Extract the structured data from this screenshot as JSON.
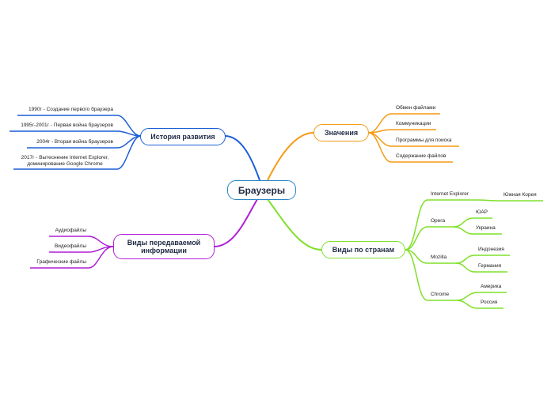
{
  "root": {
    "label": "Браузеры",
    "color": "#2b86c5"
  },
  "branches": {
    "history": {
      "label": "История развития",
      "color": "#1a5fd6",
      "items": [
        "1990г - Создание первого браузера",
        "1995г-2001г - Первая война браузеров",
        "2004г - Вторая война браузеров",
        "2017г - Вытеснение Internet Explorer, доминирование Google Chrome"
      ]
    },
    "meaning": {
      "label": "Значения",
      "color": "#f59a12",
      "items": [
        "Обмен файлами",
        "Коммуникации",
        "Программы для поиска",
        "Содержание файлов"
      ]
    },
    "info": {
      "label": "Виды передаваемой информации",
      "color": "#b01ed6",
      "items": [
        "Аудиофайлы",
        "Видеофайлы",
        "Графические файлы"
      ]
    },
    "countries": {
      "label": "Виды по странам",
      "color": "#7fe02a",
      "browsers": [
        {
          "name": "Internet Explorer",
          "countries": [
            "Южная Корея"
          ]
        },
        {
          "name": "Opera",
          "countries": [
            "ЮАР",
            "Украина"
          ]
        },
        {
          "name": "Mozilla",
          "countries": [
            "Индонезия",
            "Германия"
          ]
        },
        {
          "name": "Chrome",
          "countries": [
            "Америка",
            "Россия"
          ]
        }
      ]
    }
  }
}
